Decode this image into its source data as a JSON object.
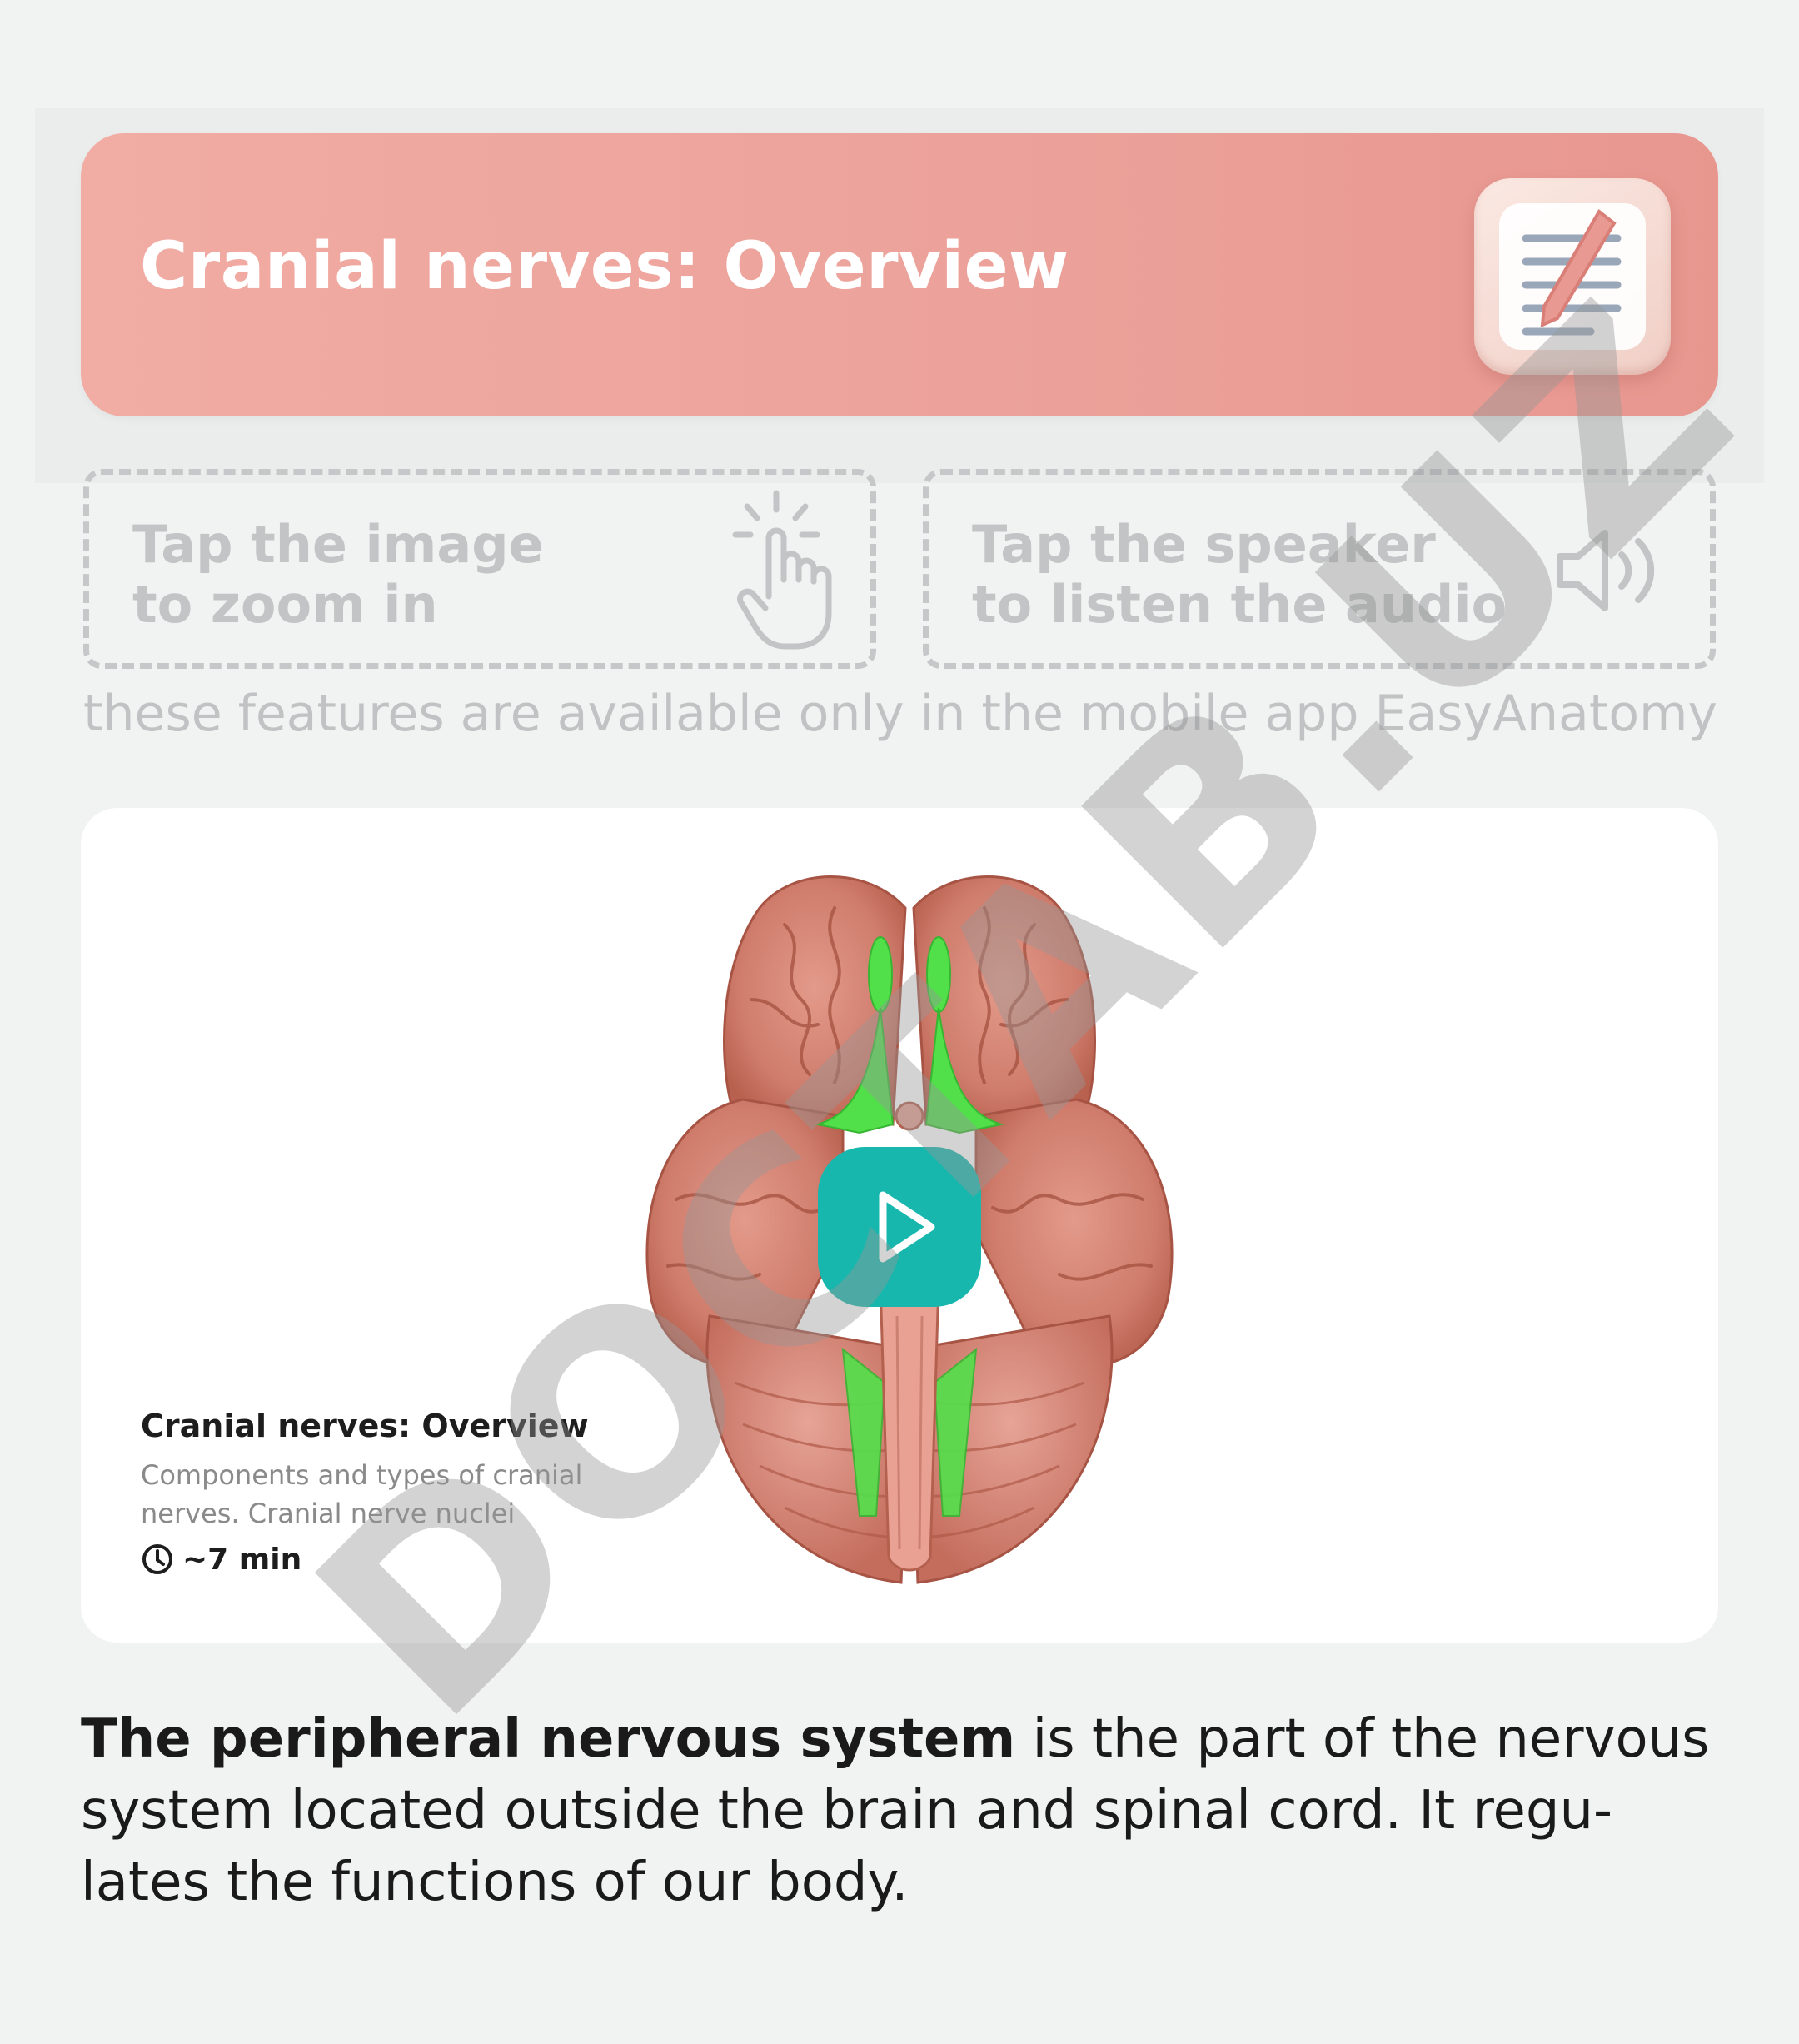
{
  "header": {
    "title": "Cranial nerves: Overview",
    "icon": "notes-pencil-icon"
  },
  "features": {
    "zoom": {
      "line1": "Tap the image",
      "line2": "to zoom in",
      "icon": "tap-hand-icon"
    },
    "audio": {
      "line1": "Tap the speaker",
      "line2": "to listen the audio",
      "icon": "speaker-icon"
    },
    "availability": "these features are available only in the mobile app EasyAnatomy"
  },
  "video": {
    "title": "Cranial nerves: Overview",
    "subtitle": "Components and types of cranial nerves. Cranial nerve nuclei",
    "duration": "~7 min",
    "play_icon": "play-icon",
    "image": "brain-inferior-view-cranial-nerves"
  },
  "body": {
    "lead": "The peripheral nervous system",
    "rest": " is the part of the nervous system located outside the brain and spinal cord. It regu-lates the functions of our body."
  },
  "watermark": "DOCTAB.UZ",
  "colors": {
    "header": "#eba199",
    "play": "#18b7ad",
    "muted": "#c2c4c5",
    "text": "#1a1a1a"
  }
}
